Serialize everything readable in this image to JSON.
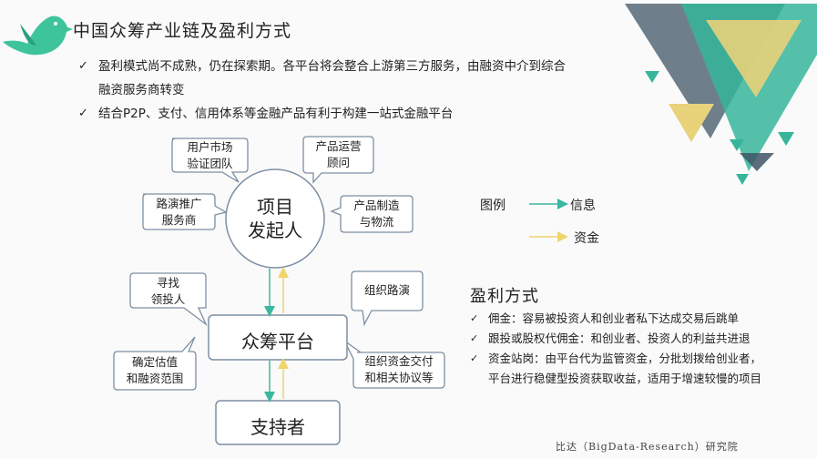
{
  "title": "中国众筹产业链及盈利方式",
  "bullets": [
    {
      "line1": "盈利模式尚不成熟，仍在探索期。各平台将会整合上游第三方服务，由融资中介到综合",
      "line2": "融资服务商转变"
    },
    {
      "line1": "结合P2P、支付、信用体系等金融产品有利于构建一站式金融平台",
      "line2": ""
    }
  ],
  "diagram": {
    "initiator": {
      "line1": "项目",
      "line2": "发起人"
    },
    "platform": "众筹平台",
    "supporter": "支持者",
    "callouts": {
      "user_market": {
        "line1": "用户市场",
        "line2": "验证团队"
      },
      "roadshow": {
        "line1": "路演推广",
        "line2": "服务商"
      },
      "operation": {
        "line1": "产品运营",
        "line2": "顾问"
      },
      "manufacture": {
        "line1": "产品制造",
        "line2": "与物流"
      },
      "find_investor": {
        "line1": "寻找",
        "line2": "领投人"
      },
      "valuation": {
        "line1": "确定估值",
        "line2": "和融资范围"
      },
      "organize_roadshow": {
        "line1": "组织路演",
        "line2": ""
      },
      "organize_delivery": {
        "line1": "组织资金交付",
        "line2": "和相关协议等"
      }
    }
  },
  "legend": {
    "title": "图例",
    "info": "信息",
    "funds": "资金"
  },
  "profit": {
    "title": "盈利方式",
    "items": [
      {
        "line1": "佣金：容易被投资人和创业者私下达成交易后跳单",
        "line2": ""
      },
      {
        "line1": "跟投或股权代佣金：和创业者、投资人的利益共进退",
        "line2": ""
      },
      {
        "line1": "资金站岗：由平台代为监管资金，分批划拨给创业者，",
        "line2": "平台进行稳健型投资获取收益，适用于增速较慢的项目"
      }
    ]
  },
  "footer": "比达（BigData-Research）研究院",
  "colors": {
    "teal": "#3cb89e",
    "yellow": "#f0d46a",
    "slate": "#3f5566",
    "bird": "#3ec49a"
  }
}
